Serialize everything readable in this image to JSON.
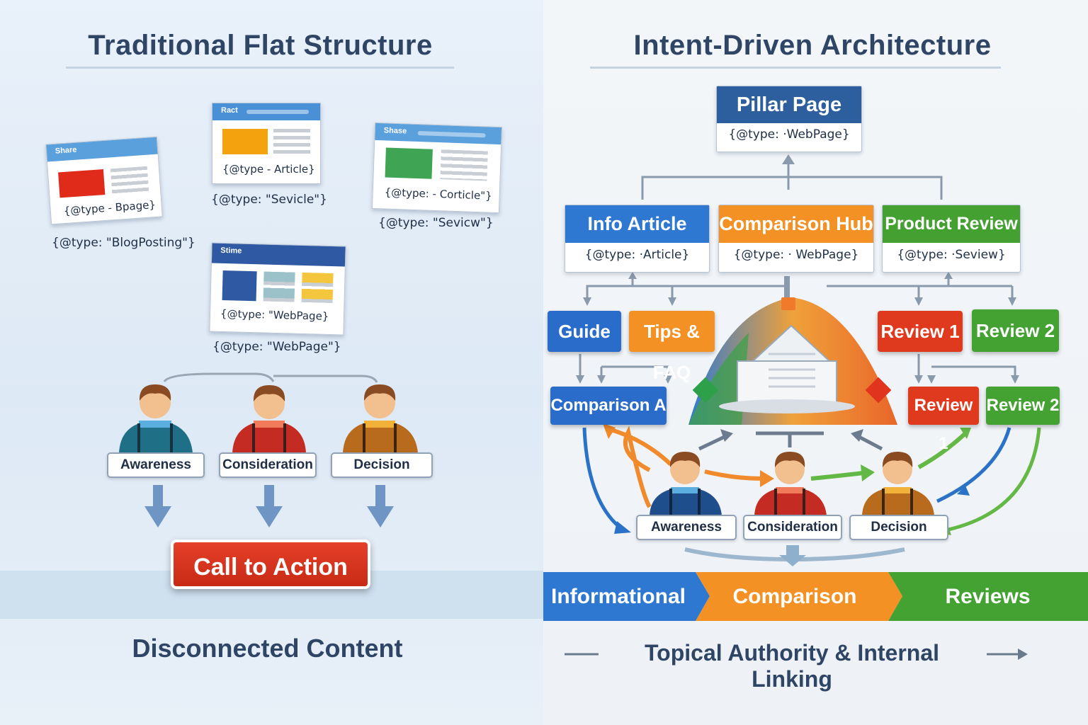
{
  "left": {
    "title": "Traditional Flat Structure",
    "cards": [
      {
        "header": "Share",
        "inner": "{@type - Bpage}",
        "below": "{@type: \"BlogPosting\"}"
      },
      {
        "header": "Ract",
        "inner": "{@type - Article}",
        "below": "{@type: \"Sevicle\"}"
      },
      {
        "header": "Shase",
        "inner": "{@type: - Corticle\"}",
        "below": "{@type: \"Sevicw\"}"
      },
      {
        "header": "Stime",
        "inner": "{@type: \"WebPage}",
        "below": "{@type: \"WebPage\"}"
      }
    ],
    "stages": [
      "Awareness",
      "Consideration",
      "Decision"
    ],
    "cta": "Call to Action",
    "bottom": "Disconnected Content"
  },
  "right": {
    "title": "Intent-Driven Architecture",
    "pillar": {
      "title": "Pillar Page",
      "schema": "{@type: ·WebPage}"
    },
    "hubs": [
      {
        "title": "Info Article",
        "schema": "{@type: ·Article}"
      },
      {
        "title": "Comparison Hub",
        "schema": "{@type: · WebPage}"
      },
      {
        "title": "Product Review",
        "schema": "{@type: ·Seview}"
      }
    ],
    "subs": [
      "Guide",
      "Tips & FAQ",
      "Review 1",
      "Review 2"
    ],
    "subs2": [
      "Comparison A",
      "Review 1",
      "Review 2"
    ],
    "stages": [
      "Awareness",
      "Consideration",
      "Decision"
    ],
    "band": [
      "Informational",
      "Comparison",
      "Reviews"
    ],
    "bottom": "Topical Authority & Internal Linking"
  },
  "colors": {
    "blue": "#2f6fc4",
    "orange": "#f29430",
    "green": "#43a231",
    "red": "#e03a1e",
    "navy": "#2f4566"
  }
}
